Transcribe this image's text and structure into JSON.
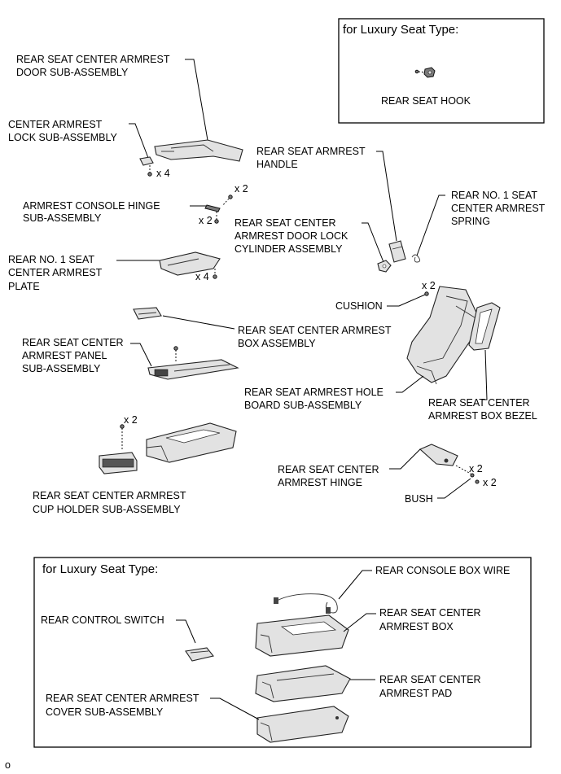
{
  "luxury_top": {
    "title": "for Luxury Seat Type:",
    "hook": "REAR SEAT HOOK"
  },
  "labels": {
    "armrest_door_1": "REAR SEAT CENTER ARMREST",
    "armrest_door_2": "DOOR SUB-ASSEMBLY",
    "lock_1": "CENTER ARMREST",
    "lock_2": "LOCK SUB-ASSEMBLY",
    "qty_x4_lock": "x 4",
    "handle_1": "REAR SEAT ARMREST",
    "handle_2": "HANDLE",
    "hinge_console_1": "ARMREST CONSOLE HINGE",
    "hinge_console_2": "SUB-ASSEMBLY",
    "qty_x2_hinge_a": "x 2",
    "qty_x2_hinge_b": "x 2",
    "lock_cyl_1": "REAR SEAT CENTER",
    "lock_cyl_2": "ARMREST DOOR LOCK",
    "lock_cyl_3": "CYLINDER ASSEMBLY",
    "spring_1": "REAR NO. 1 SEAT",
    "spring_2": "CENTER ARMREST",
    "spring_3": "SPRING",
    "plate_1": "REAR NO. 1 SEAT",
    "plate_2": "CENTER ARMREST",
    "plate_3": "PLATE",
    "qty_x4_plate": "x 4",
    "cushion": "CUSHION",
    "qty_x2_cushion": "x 2",
    "box_assy_1": "REAR SEAT CENTER ARMREST",
    "box_assy_2": "BOX ASSEMBLY",
    "panel_1": "REAR SEAT CENTER",
    "panel_2": "ARMREST PANEL",
    "panel_3": "SUB-ASSEMBLY",
    "hole_board_1": "REAR SEAT ARMREST HOLE",
    "hole_board_2": "BOARD SUB-ASSEMBLY",
    "bezel_1": "REAR SEAT CENTER",
    "bezel_2": "ARMREST BOX BEZEL",
    "qty_x2_cup": "x 2",
    "hinge_1": "REAR SEAT CENTER",
    "hinge_2": "ARMREST HINGE",
    "qty_x2_bush_a": "x 2",
    "qty_x2_bush_b": "x 2",
    "bush": "BUSH",
    "cup_1": "REAR SEAT CENTER ARMREST",
    "cup_2": "CUP HOLDER SUB-ASSEMBLY"
  },
  "luxury_bottom": {
    "title": "for Luxury Seat Type:",
    "wire": "REAR CONSOLE BOX WIRE",
    "switch": "REAR CONTROL SWITCH",
    "box_1": "REAR SEAT CENTER",
    "box_2": "ARMREST BOX",
    "pad_1": "REAR SEAT CENTER",
    "pad_2": "ARMREST PAD",
    "cover_1": "REAR SEAT CENTER ARMREST",
    "cover_2": "COVER SUB-ASSEMBLY"
  },
  "footer_code": "o"
}
